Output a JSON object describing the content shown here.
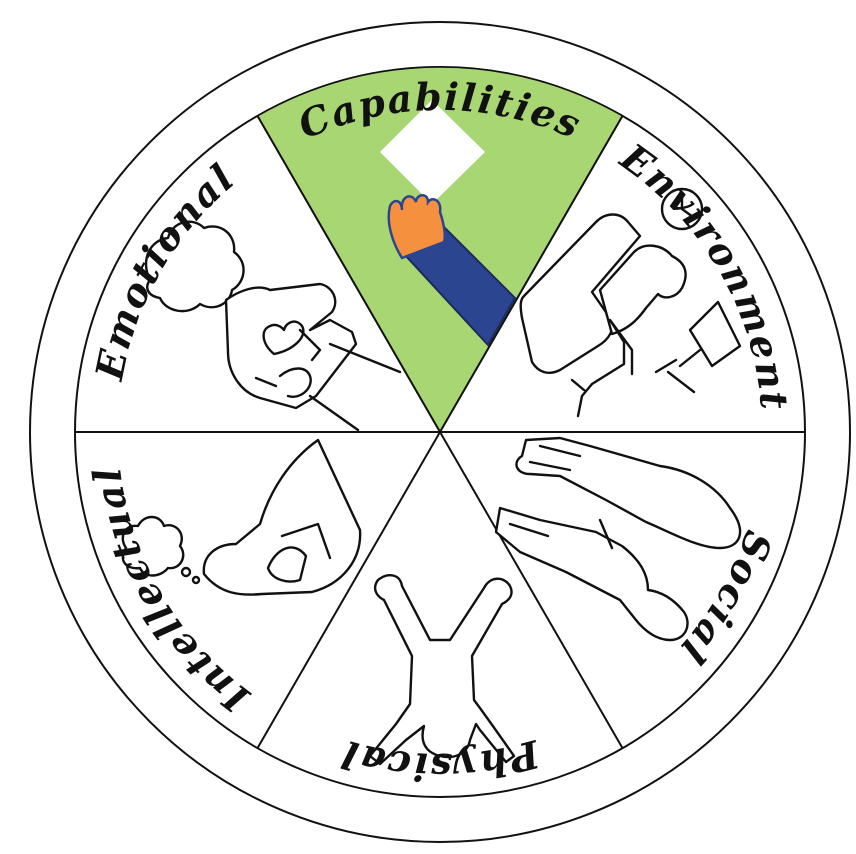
{
  "wheel": {
    "segments": [
      {
        "id": "capabilities",
        "label": "Capabilities",
        "highlighted": true
      },
      {
        "id": "environment",
        "label": "Environment",
        "highlighted": false
      },
      {
        "id": "social",
        "label": "Social",
        "highlighted": false
      },
      {
        "id": "physical",
        "label": "Physical",
        "highlighted": false
      },
      {
        "id": "intellectual",
        "label": "Intellectual",
        "highlighted": false
      },
      {
        "id": "emotional",
        "label": "Emotional",
        "highlighted": false
      }
    ],
    "colors": {
      "highlight": "#a8d672",
      "sleeve": "#2b4590",
      "hand": "#f5913e",
      "outline": "#111111"
    }
  }
}
